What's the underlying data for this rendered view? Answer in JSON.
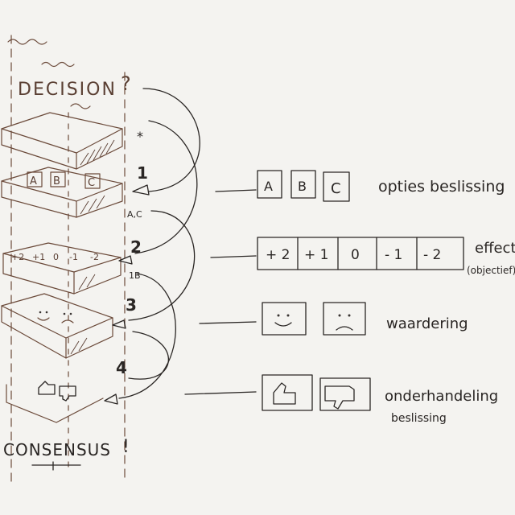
{
  "title": "DECISION",
  "title_mark": "?",
  "bottom_label": "CONSENSUS",
  "bottom_mark": "!",
  "stack_steps": [
    "*",
    "1",
    "2",
    "3",
    "4"
  ],
  "small_marks": {
    "step1_sub": "A,C",
    "step2_sub": "1B"
  },
  "options": [
    "A",
    "B",
    "C"
  ],
  "effects": [
    "+2",
    "+1",
    "0",
    "-1",
    "-2"
  ],
  "rows": [
    {
      "label": "opties beslissing",
      "boxes": [
        "A",
        "B",
        "C"
      ]
    },
    {
      "label": "effect",
      "sublabel": "(objectief)",
      "boxes": [
        "+ 2",
        "+ 1",
        "0",
        "- 1",
        "- 2"
      ]
    },
    {
      "label": "waardering",
      "boxes": [
        "smiley",
        "frowny"
      ]
    },
    {
      "label": "onderhandeling",
      "sublabel": "beslissing",
      "boxes": [
        "thumbs-up",
        "thumbs-down"
      ]
    }
  ],
  "colors": {
    "ink": "#2a2624",
    "brown_ink": "#6b4a3a",
    "paper": "#f4f3f0"
  }
}
